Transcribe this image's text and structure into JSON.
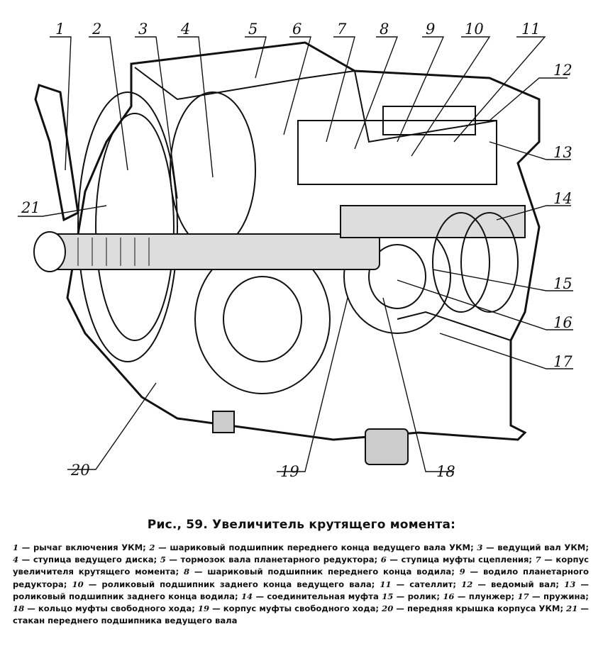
{
  "callouts": [
    "1",
    "2",
    "3",
    "4",
    "5",
    "6",
    "7",
    "8",
    "9",
    "10",
    "11",
    "12",
    "13",
    "14",
    "15",
    "16",
    "17",
    "18",
    "19",
    "20",
    "21"
  ],
  "caption": {
    "title": "Рис., 59. Увеличитель крутящего момента:",
    "legend": [
      {
        "num": "1",
        "text": "рычаг включения УКМ;"
      },
      {
        "num": "2",
        "text": "шариковый подшипник переднего конца ведущего вала УКМ;"
      },
      {
        "num": "3",
        "text": "ведущий вал УКМ;"
      },
      {
        "num": "4",
        "text": "ступица ведущего диска;"
      },
      {
        "num": "5",
        "text": "тормозок вала планетарного редуктора;"
      },
      {
        "num": "6",
        "text": "ступица муфты сцепления;"
      },
      {
        "num": "7",
        "text": "корпус увеличителя крутящего момента;"
      },
      {
        "num": "8",
        "text": "шариковый подшипник переднего конца водила;"
      },
      {
        "num": "9",
        "text": "водило планетарного редуктора;"
      },
      {
        "num": "10",
        "text": "роликовый подшипник заднего конца ведущего вала;"
      },
      {
        "num": "11",
        "text": "сателлит;"
      },
      {
        "num": "12",
        "text": "ведомый вал;"
      },
      {
        "num": "13",
        "text": "роликовый подшипник заднего конца водила;"
      },
      {
        "num": "14",
        "text": "соединительная муфта"
      },
      {
        "num": "15",
        "text": "ролик;"
      },
      {
        "num": "16",
        "text": "плунжер;"
      },
      {
        "num": "17",
        "text": "пружина;"
      },
      {
        "num": "18",
        "text": "кольцо муфты свободного хода;"
      },
      {
        "num": "19",
        "text": "корпус муфты свободного хода;"
      },
      {
        "num": "20",
        "text": "передняя крышка корпуса УКМ;"
      },
      {
        "num": "21",
        "text": "стакан переднего подшипника ведущего вала"
      }
    ]
  }
}
